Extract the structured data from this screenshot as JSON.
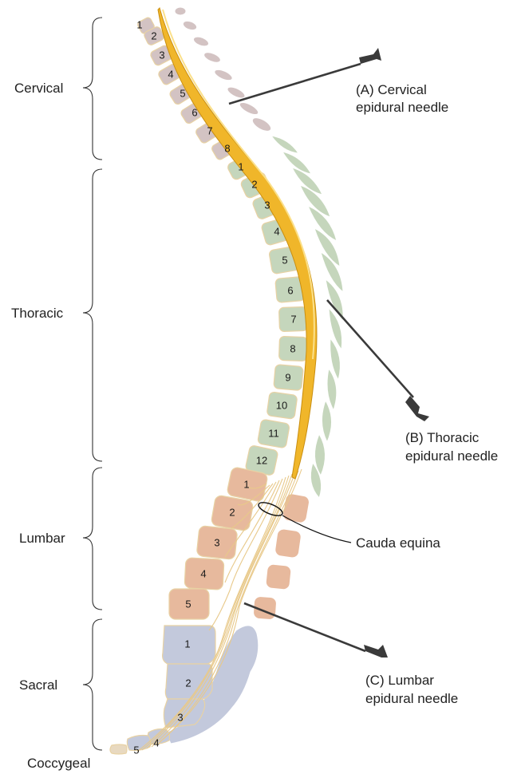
{
  "regions": {
    "cervical": "Cervical",
    "thoracic": "Thoracic",
    "lumbar": "Lumbar",
    "sacral": "Sacral",
    "coccygeal": "Coccygeal"
  },
  "callouts": {
    "cervical_needle": [
      "(A) Cervical",
      "epidural needle"
    ],
    "thoracic_needle": [
      "(B)  Thoracic",
      "epidural needle"
    ],
    "cauda_equina": "Cauda equina",
    "lumbar_needle": [
      "(C) Lumbar",
      "epidural needle"
    ]
  },
  "vertebrae": {
    "cervical": [
      "1",
      "2",
      "3",
      "4",
      "5",
      "6",
      "7",
      "8"
    ],
    "thoracic": [
      "1",
      "2",
      "3",
      "4",
      "5",
      "6",
      "7",
      "8",
      "9",
      "10",
      "11",
      "12"
    ],
    "lumbar": [
      "1",
      "2",
      "3",
      "4",
      "5"
    ],
    "sacral": [
      "1",
      "2",
      "3"
    ],
    "coccygeal": [
      "4",
      "5"
    ]
  },
  "colors": {
    "cervical": "#d3c3c3",
    "thoracic": "#c5d6bc",
    "lumbar": "#e7b99d",
    "sacral": "#c3c9dc",
    "cord": "#f0b62a",
    "nerve": "#e8c98a",
    "needle": "#3a3a3a"
  }
}
